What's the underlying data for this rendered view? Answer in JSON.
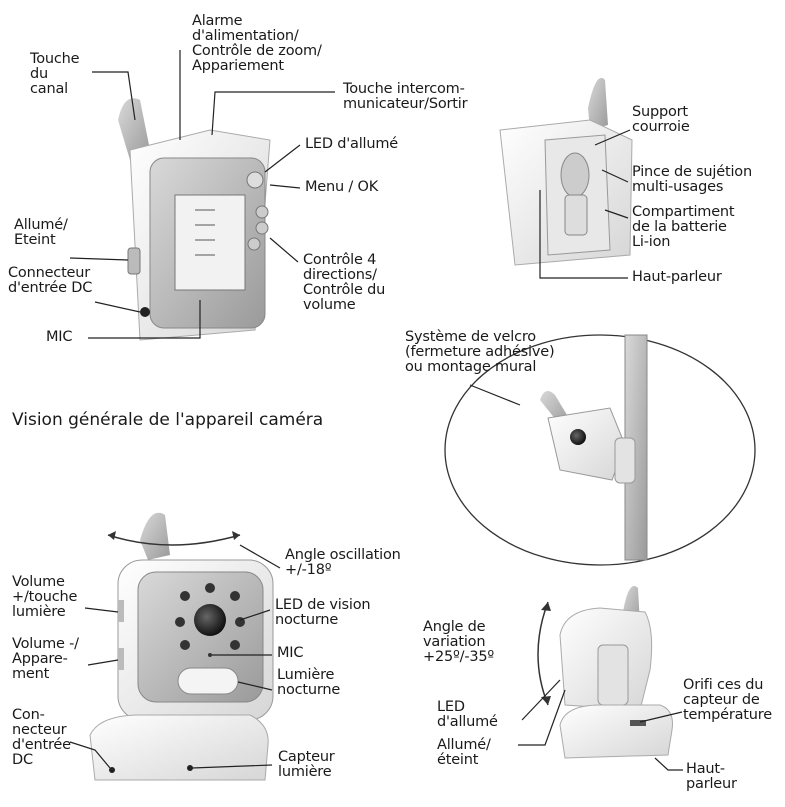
{
  "labels": {
    "touche_canal": "Touche\ndu\ncanal",
    "alarme": "Alarme\nd'alimentation/\nContrôle de zoom/\nAppariement",
    "intercom": "Touche intercom-\nmunicateur/Sortir",
    "led_allume": "LED d'allumé",
    "menu_ok": "Menu / OK",
    "allume_eteint": "Allumé/\nEteint",
    "connecteur_dc": "Connecteur\nd'entrée DC",
    "mic_parent": "MIC",
    "controle4": "Contrôle 4\ndirections/\nContrôle du\nvolume",
    "support": "Support\ncourroie",
    "pince": "Pince de sujétion\nmulti-usages",
    "compartiment": "Compartiment\nde la batterie\nLi-ion",
    "haut_parleur_parent": "Haut-parleur",
    "velcro": "Système de velcro\n(fermeture adhésive)\nou montage mural",
    "vision_generale": "Vision générale de l'appareil caméra",
    "angle_osc": "Angle oscillation\n+/-18º",
    "volume_plus": "Volume\n+/touche\nlumière",
    "led_vision": "LED de vision\nnocturne",
    "mic_cam": "MIC",
    "volume_moins": "Volume -/\nAppare-\nment",
    "lumiere_noct": "Lumière\nnocturne",
    "connecteur_cam": "Con-\nnecteur\nd'entrée\nDC",
    "capteur_lum": "Capteur\nlumière",
    "angle_var": "Angle de\nvariation\n+25º/-35º",
    "led_allume_cam": "LED\nd'allumé",
    "allume_eteint_cam": "Allumé/\néteint",
    "orifices": "Orifi ces du\ncapteur de\ntempérature",
    "haut_parleur_cam": "Haut-\nparleur"
  }
}
